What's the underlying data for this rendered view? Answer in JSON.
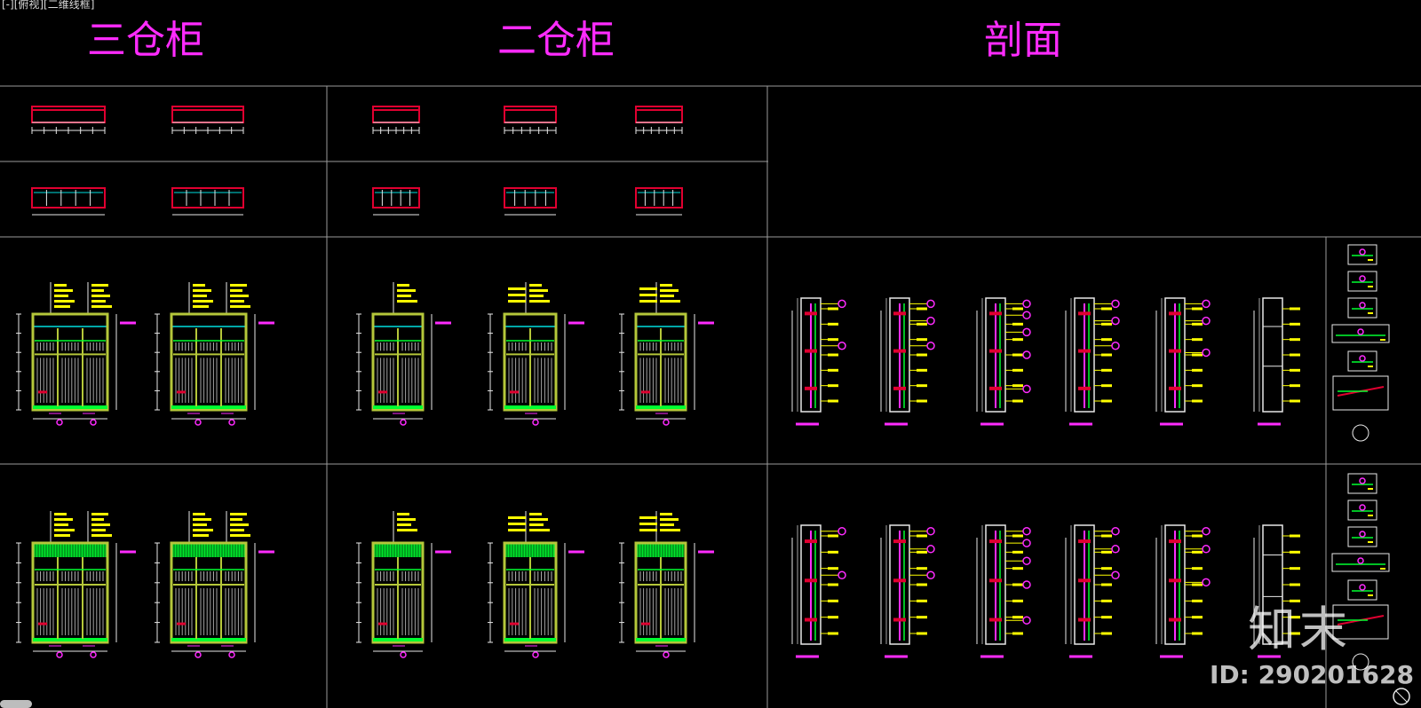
{
  "viewport_label": "[-][俯视][二维线框]",
  "titles": [
    "三仓柜",
    "二仓柜",
    "剖面"
  ],
  "watermark": {
    "logo": "知末",
    "id_text": "ID: 290201628"
  },
  "colors": {
    "background": "#000000",
    "frame": "#9a9a9a",
    "title": "#ff2bff",
    "note": "#ffff00",
    "hanger_rail": "#00ff30",
    "panel": "#b5c73a",
    "top_red": "#e00030",
    "cyan": "#00dede",
    "line_white": "#e8e8e8",
    "marker": "#ff2bff"
  },
  "icons": [
    "lens-icon"
  ]
}
